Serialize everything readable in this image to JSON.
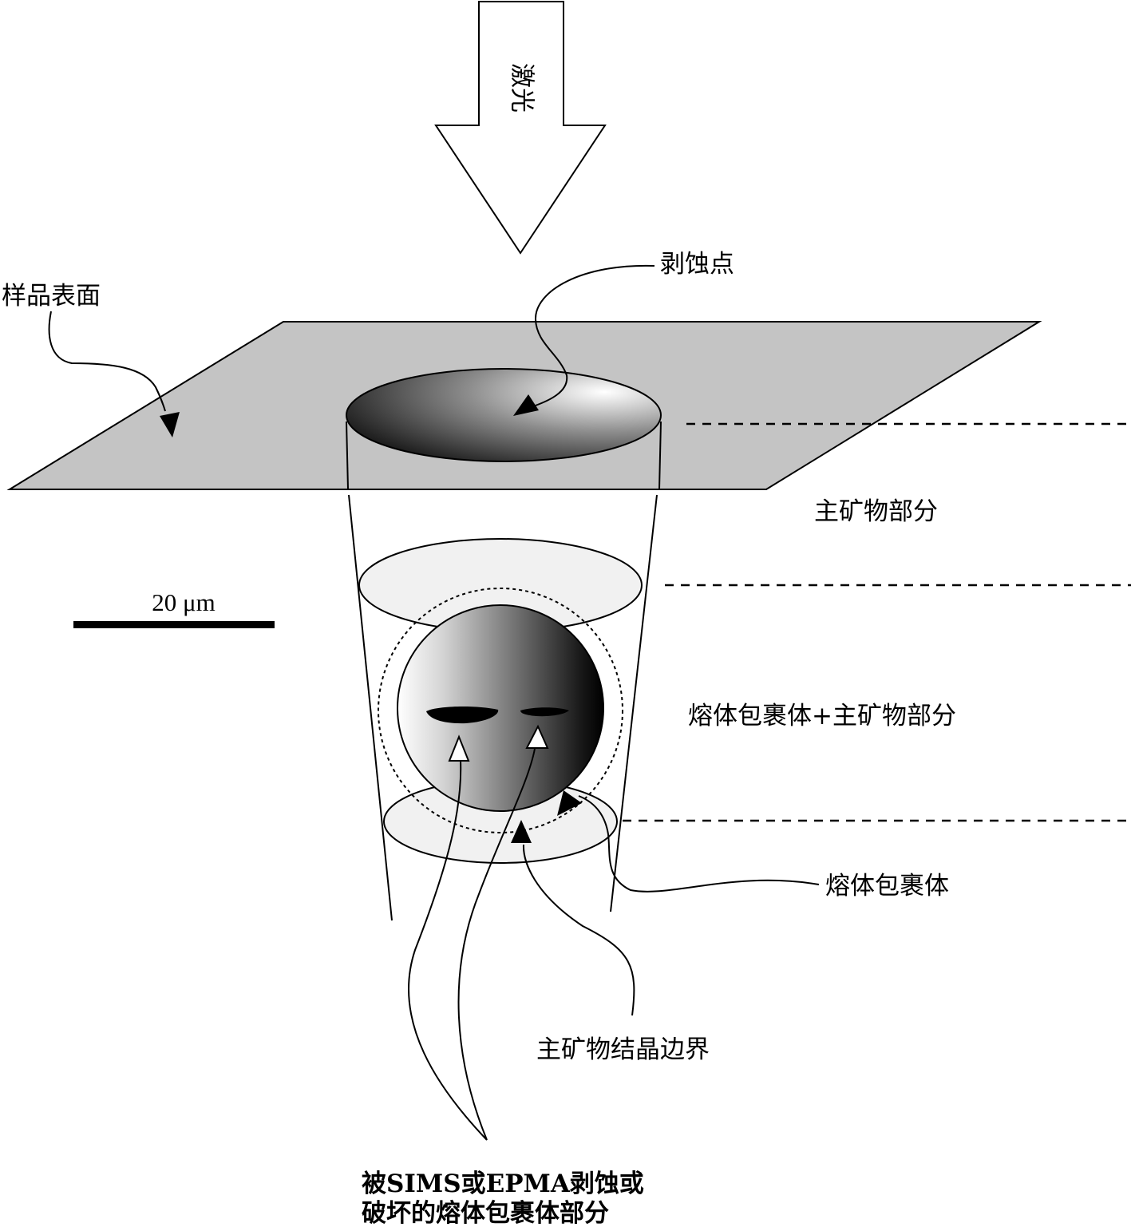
{
  "labels": {
    "laser": "激光",
    "ablation_spot": "剥蚀点",
    "sample_surface": "样品表面",
    "host_mineral_part": "主矿物部分",
    "scale_bar": "20 μm",
    "melt_inclusion_plus_host": "熔体包裹体+主矿物部分",
    "melt_inclusion": "熔体包裹体",
    "host_crystal_boundary": "主矿物结晶边界",
    "damaged_part_line1": "被SIMS或EPMA剥蚀或",
    "damaged_part_line2": "破坏的熔体包裹体部分"
  },
  "colors": {
    "surface_plane": "#c4c4c4",
    "ellipse_light": "#f1f1f1",
    "ink": "#000000"
  }
}
